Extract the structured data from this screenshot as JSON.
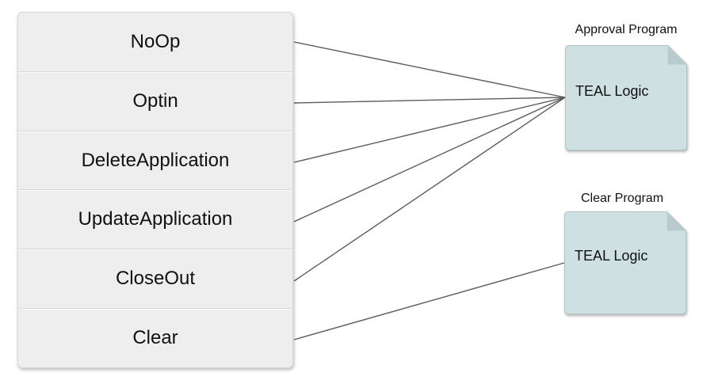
{
  "diagram": {
    "operations": [
      "NoOp",
      "Optin",
      "DeleteApplication",
      "UpdateApplication",
      "CloseOut",
      "Clear"
    ],
    "programs": [
      {
        "title": "Approval Program",
        "content": "TEAL Logic"
      },
      {
        "title": "Clear Program",
        "content": "TEAL Logic"
      }
    ],
    "connections": [
      {
        "from": "NoOp",
        "to": "Approval Program"
      },
      {
        "from": "Optin",
        "to": "Approval Program"
      },
      {
        "from": "DeleteApplication",
        "to": "Approval Program"
      },
      {
        "from": "UpdateApplication",
        "to": "Approval Program"
      },
      {
        "from": "CloseOut",
        "to": "Approval Program"
      },
      {
        "from": "Clear",
        "to": "Clear Program"
      }
    ],
    "colors": {
      "background": "#ffffff",
      "operation_fill": "#eeeeee",
      "operation_border": "#d8d8d8",
      "document_fill": "#cfe0e2",
      "document_fold": "#b9cbcd",
      "connector": "#5c5c5c",
      "text": "#111111"
    }
  }
}
